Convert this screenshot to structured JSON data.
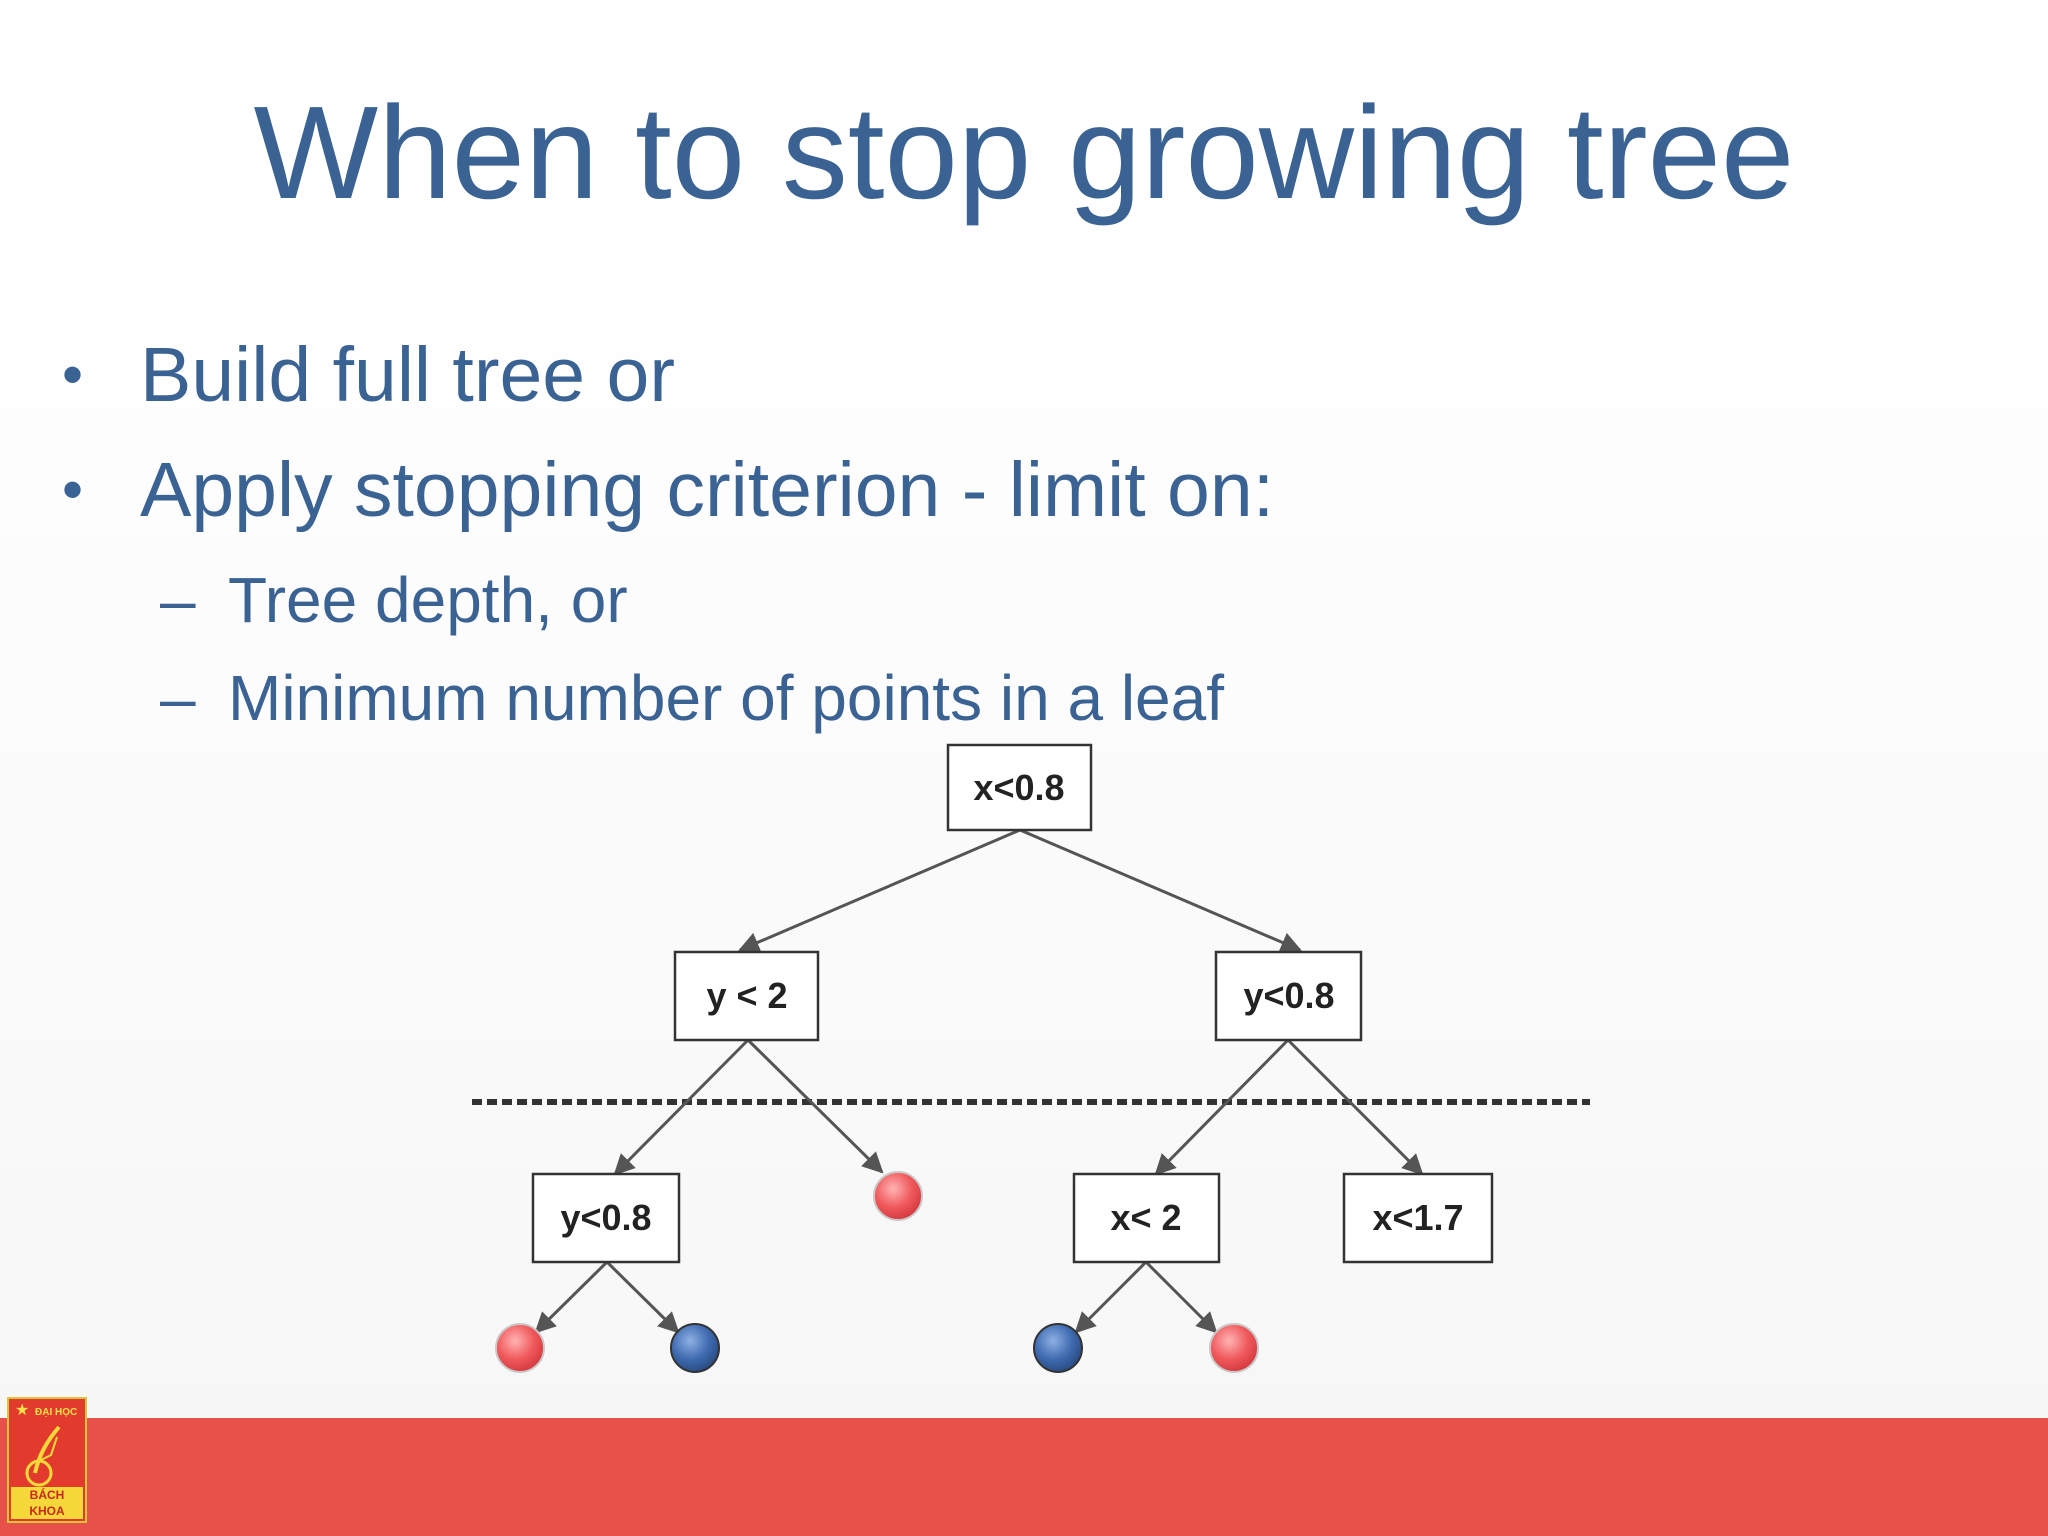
{
  "slide": {
    "title": "When to stop growing tree",
    "bullets": [
      "Build full tree or",
      "Apply stopping criterion - limit on:"
    ],
    "sub_bullets": [
      "Tree depth, or",
      "Minimum number of points in a leaf"
    ],
    "bullet_symbol": "•",
    "sub_bullet_symbol": "–"
  },
  "tree": {
    "nodes": {
      "root": "x<0.8",
      "left": "y < 2",
      "right": "y<0.8",
      "left_left": "y<0.8",
      "right_left": "x< 2",
      "right_right": "x<1.7"
    },
    "leaf_colors": {
      "red": "#f0595c",
      "blue": "#3f6bb0"
    },
    "cutoff_line": "dashed horizontal line"
  },
  "logo": {
    "top_text": "ĐẠI HỌC",
    "bottom_text": "BÁCH KHOA"
  },
  "colors": {
    "text": "#3a6293",
    "footer": "#e8514a"
  }
}
